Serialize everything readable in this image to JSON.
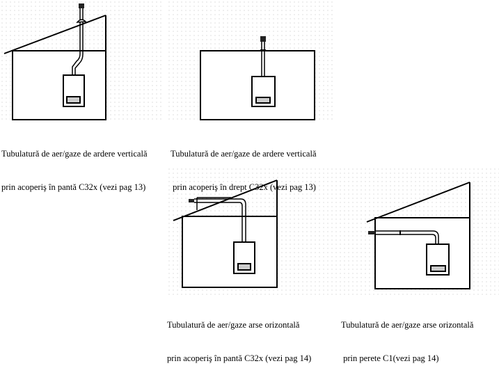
{
  "figures": [
    {
      "caption_line1": "Tubulatură de aer/gaze de ardere verticală",
      "caption_line2": "prin acoperiş în pantă C32x (vezi pag 13)"
    },
    {
      "caption_line1": "Tubulatură de aer/gaze de ardere verticală",
      "caption_line2": " prin acoperiş în drept C32x (vezi pag 13)"
    },
    {
      "caption_line1": "Tubulatură de aer/gaze arse orizontală",
      "caption_line2": "prin acoperiş în pantă C32x (vezi pag 14)"
    },
    {
      "caption_line1": "Tubulatură de aer/gaze arse orizontală",
      "caption_line2": " prin perete C1(vezi pag 14)"
    }
  ]
}
